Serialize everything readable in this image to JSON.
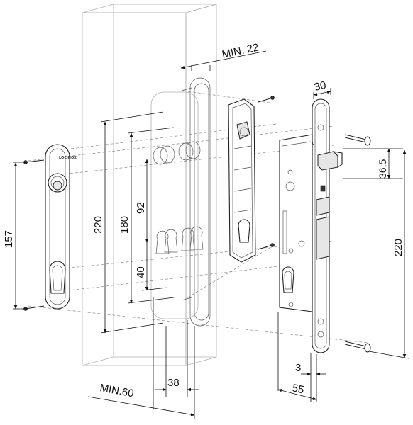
{
  "diagram": {
    "brand_text": "LOCINOX",
    "dimensions": {
      "min_22": "MIN. 22",
      "d30": "30",
      "d36_5": "36,5",
      "d220_right": "220",
      "d3": "3",
      "d55": "55",
      "d157": "157",
      "d220_left": "220",
      "d180": "180",
      "d92": "92",
      "d40": "40",
      "min_60": "MIN.60",
      "d38": "38"
    }
  }
}
